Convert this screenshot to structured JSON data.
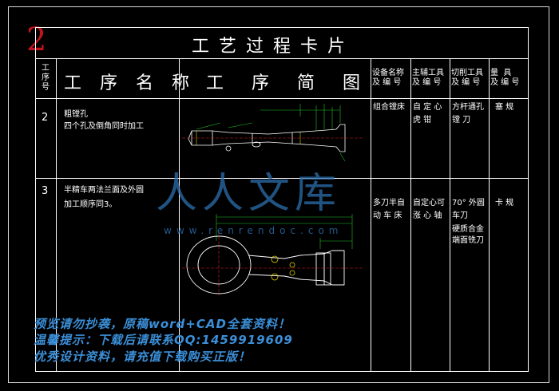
{
  "page_number": "2",
  "title": "工艺过程卡片",
  "headers": {
    "seq_no": "工\n序\n号",
    "op_name": "工 序 名 称",
    "op_sketch": "工 序 简 图",
    "equipment": "设备名称\n及 编 号",
    "aux_tool": "主辅工具\n及 编 号",
    "cutting_tool": "切削工具\n及 编 号",
    "measuring_tool": "量  具\n及 编 号"
  },
  "rows": [
    {
      "seq": "2",
      "name_lines": [
        "粗镗孔",
        "四个孔及倒角同时加工"
      ],
      "equipment_lines": [
        "组合镗床"
      ],
      "aux_lines": [
        "自 定 心",
        "虎    钳"
      ],
      "cutting_lines": [
        "方杆通孔",
        "镗    刀"
      ],
      "measuring_lines": [
        "塞  规"
      ]
    },
    {
      "seq": "3",
      "name_lines": [
        "半精车两法兰面及外圆",
        "加工顺序同3。"
      ],
      "equipment_lines": [
        "多刀半自",
        "动 车 床"
      ],
      "aux_lines": [
        "自定心可",
        "涨 心 轴"
      ],
      "cutting_lines": [
        "70° 外圆",
        "车刀",
        "硬质合金",
        "端面铣刀"
      ],
      "measuring_lines": [
        "卡  规"
      ]
    }
  ],
  "watermark": {
    "center_text": "人人文库",
    "url_text": "www.renrendoc.com",
    "line1": "预览请勿抄袭，原稿word+CAD全套资料！",
    "line2": "温馨提示：下载后请联系QQ:1459919609",
    "line3": "优秀设计资料，请充值下载购买正版！"
  },
  "colors": {
    "background": "#000000",
    "lines": "#ffffff",
    "page_number": "#c0141c",
    "watermark": "#3b8fd8",
    "drawing_green": "#22c02a",
    "drawing_yellow": "#e0d000",
    "drawing_red": "#e02020"
  }
}
